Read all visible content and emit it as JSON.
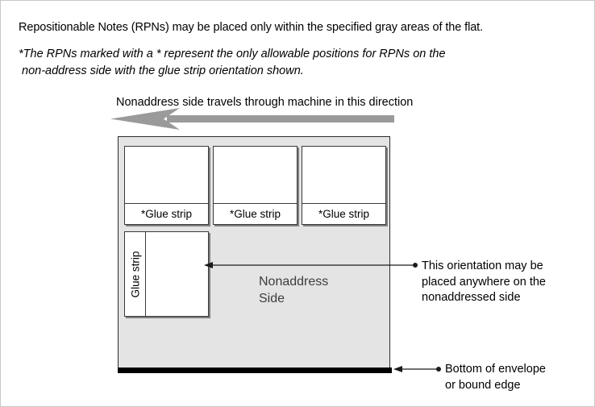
{
  "intro": {
    "line1": "Repositionable Notes (RPNs) may be placed only within the specified gray areas of the flat.",
    "note_line1": "*The RPNs marked with a * represent the only allowable positions for RPNs on the",
    "note_line2": " non-address side with the glue strip orientation shown."
  },
  "direction": {
    "label": "Nonaddress side travels through machine in this direction",
    "arrow_icon": "thick-left-arrow-icon",
    "arrow_color": "#9a9a9a"
  },
  "flat": {
    "fill_color": "#e4e4e4",
    "border_color": "#2b2b2b",
    "caption_line1": "Nonaddress",
    "caption_line2": "Side",
    "bottom_edge_color": "#000000"
  },
  "rpn_boxes": [
    {
      "id": "rpn-1",
      "glue_strip_label": "*Glue strip",
      "orientation": "horizontal"
    },
    {
      "id": "rpn-2",
      "glue_strip_label": "*Glue strip",
      "orientation": "horizontal"
    },
    {
      "id": "rpn-3",
      "glue_strip_label": "*Glue strip",
      "orientation": "horizontal"
    },
    {
      "id": "rpn-4",
      "glue_strip_label": "Glue strip",
      "orientation": "vertical"
    }
  ],
  "callouts": {
    "orientation": {
      "line1": "This orientation may be",
      "line2": "placed anywhere on the",
      "line3": "nonaddressed side"
    },
    "bottom": {
      "line1": "Bottom of envelope",
      "line2": "or bound edge"
    }
  }
}
